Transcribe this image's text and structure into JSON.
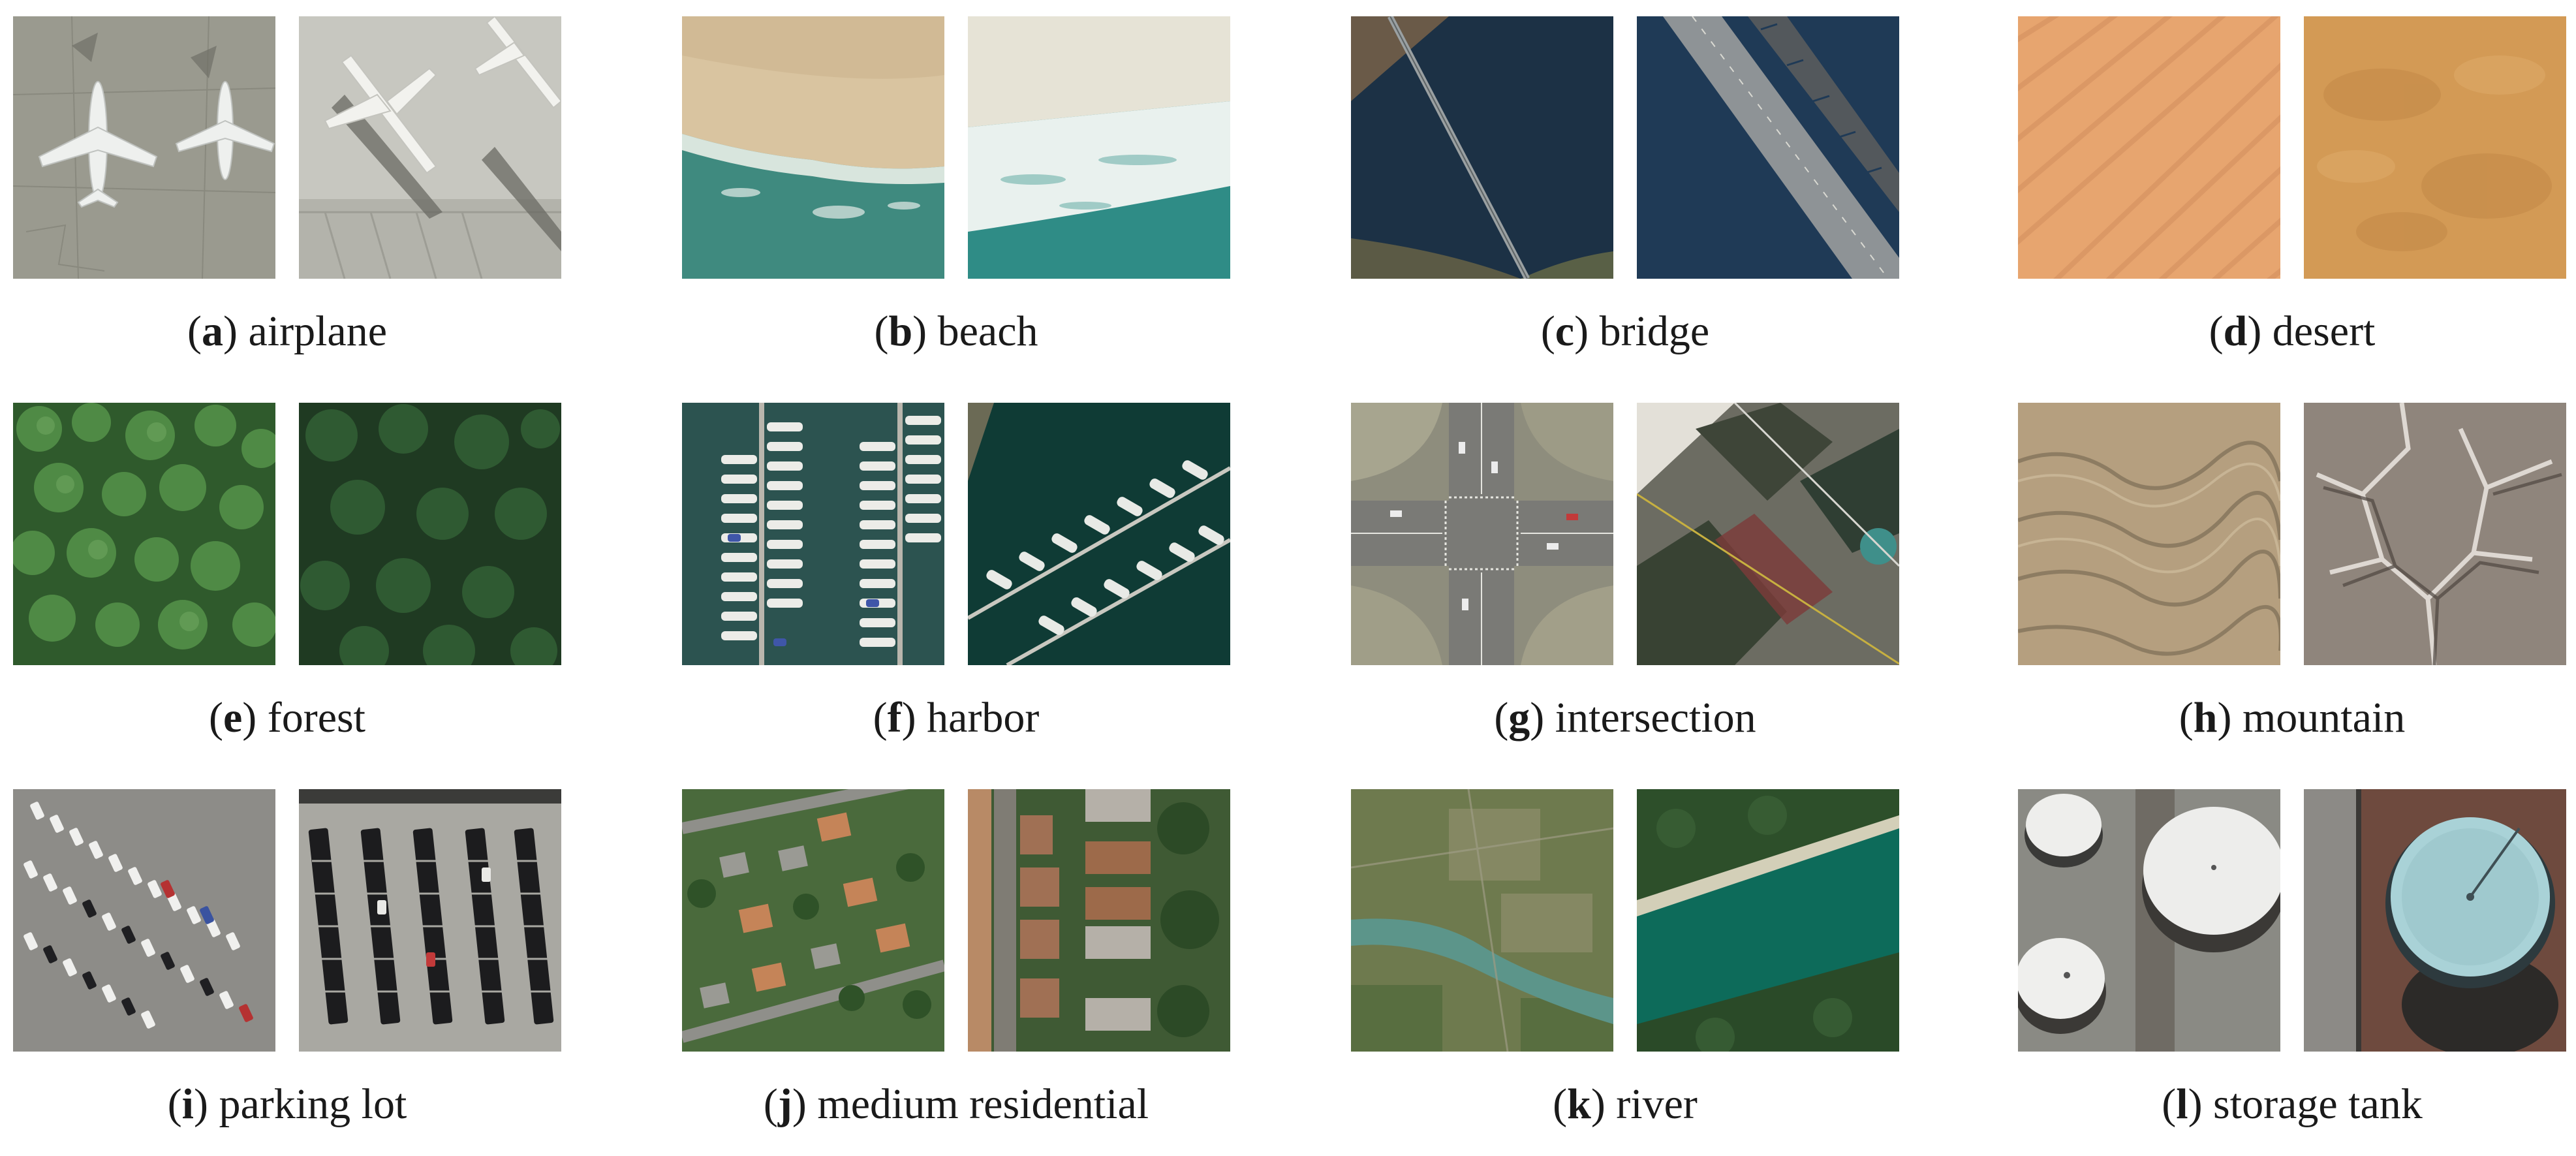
{
  "figure": {
    "panels": [
      {
        "letter": "a",
        "label": "airplane",
        "scene": "airplane"
      },
      {
        "letter": "b",
        "label": "beach",
        "scene": "beach"
      },
      {
        "letter": "c",
        "label": "bridge",
        "scene": "bridge"
      },
      {
        "letter": "d",
        "label": "desert",
        "scene": "desert"
      },
      {
        "letter": "e",
        "label": "forest",
        "scene": "forest"
      },
      {
        "letter": "f",
        "label": "harbor",
        "scene": "harbor"
      },
      {
        "letter": "g",
        "label": "intersection",
        "scene": "intersection"
      },
      {
        "letter": "h",
        "label": "mountain",
        "scene": "mountain"
      },
      {
        "letter": "i",
        "label": "parking lot",
        "scene": "parking-lot"
      },
      {
        "letter": "j",
        "label": "medium residential",
        "scene": "medium-residential"
      },
      {
        "letter": "k",
        "label": "river",
        "scene": "river"
      },
      {
        "letter": "l",
        "label": "storage tank",
        "scene": "storage-tank"
      }
    ]
  }
}
